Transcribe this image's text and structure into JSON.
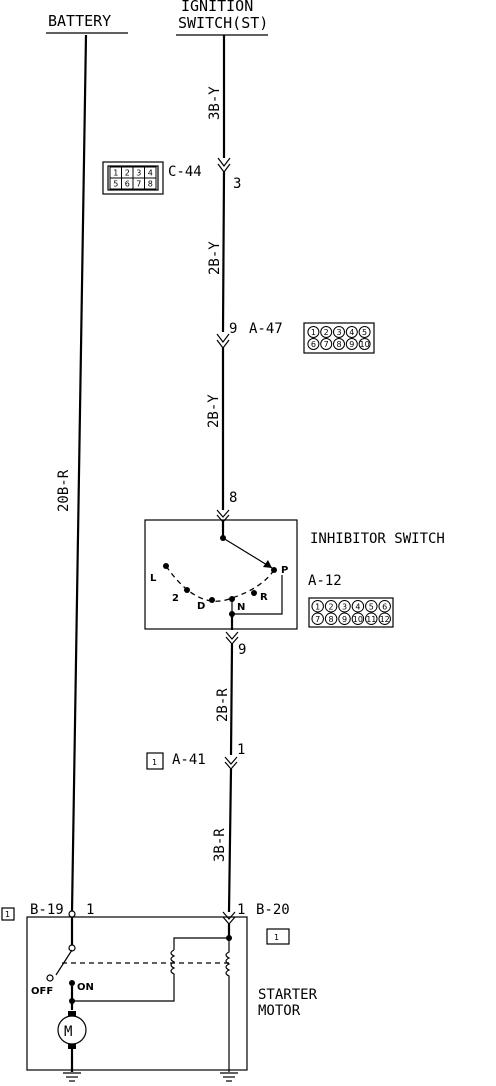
{
  "labels": {
    "battery": "BATTERY",
    "ignition_line1": "IGNITION",
    "ignition_line2": "SWITCH(ST)",
    "inhibitor_switch": "INHIBITOR SWITCH",
    "starter_line1": "STARTER",
    "starter_line2": "MOTOR",
    "motor_symbol": "M"
  },
  "wires": {
    "w1": "3B-Y",
    "w2": "2B-Y",
    "w3": "2B-Y",
    "w4": "20B-R",
    "w5": "2B-R",
    "w6": "3B-R"
  },
  "connectors": {
    "c44": {
      "name": "C-44",
      "pin": "3",
      "pins": [
        "1",
        "2",
        "3",
        "4",
        "5",
        "6",
        "7",
        "8"
      ]
    },
    "a47": {
      "name": "A-47",
      "pin": "9",
      "pins": [
        "1",
        "2",
        "3",
        "4",
        "5",
        "6",
        "7",
        "8",
        "9",
        "10"
      ]
    },
    "a12": {
      "name": "A-12",
      "pin_top": "8",
      "pin_bottom": "9",
      "pins": [
        "1",
        "2",
        "3",
        "4",
        "5",
        "6",
        "7",
        "8",
        "9",
        "10",
        "11",
        "12"
      ]
    },
    "a41": {
      "name": "A-41",
      "pin": "1",
      "icon_text": "1"
    },
    "b19": {
      "name": "B-19",
      "pin": "1",
      "icon_text": "1"
    },
    "b20": {
      "name": "B-20",
      "pin": "1",
      "icon_text": "1"
    }
  },
  "switch_positions": {
    "l": "L",
    "two": "2",
    "d": "D",
    "n": "N",
    "r": "R",
    "p": "P"
  },
  "starter_switch": {
    "off": "OFF",
    "on": "ON"
  }
}
